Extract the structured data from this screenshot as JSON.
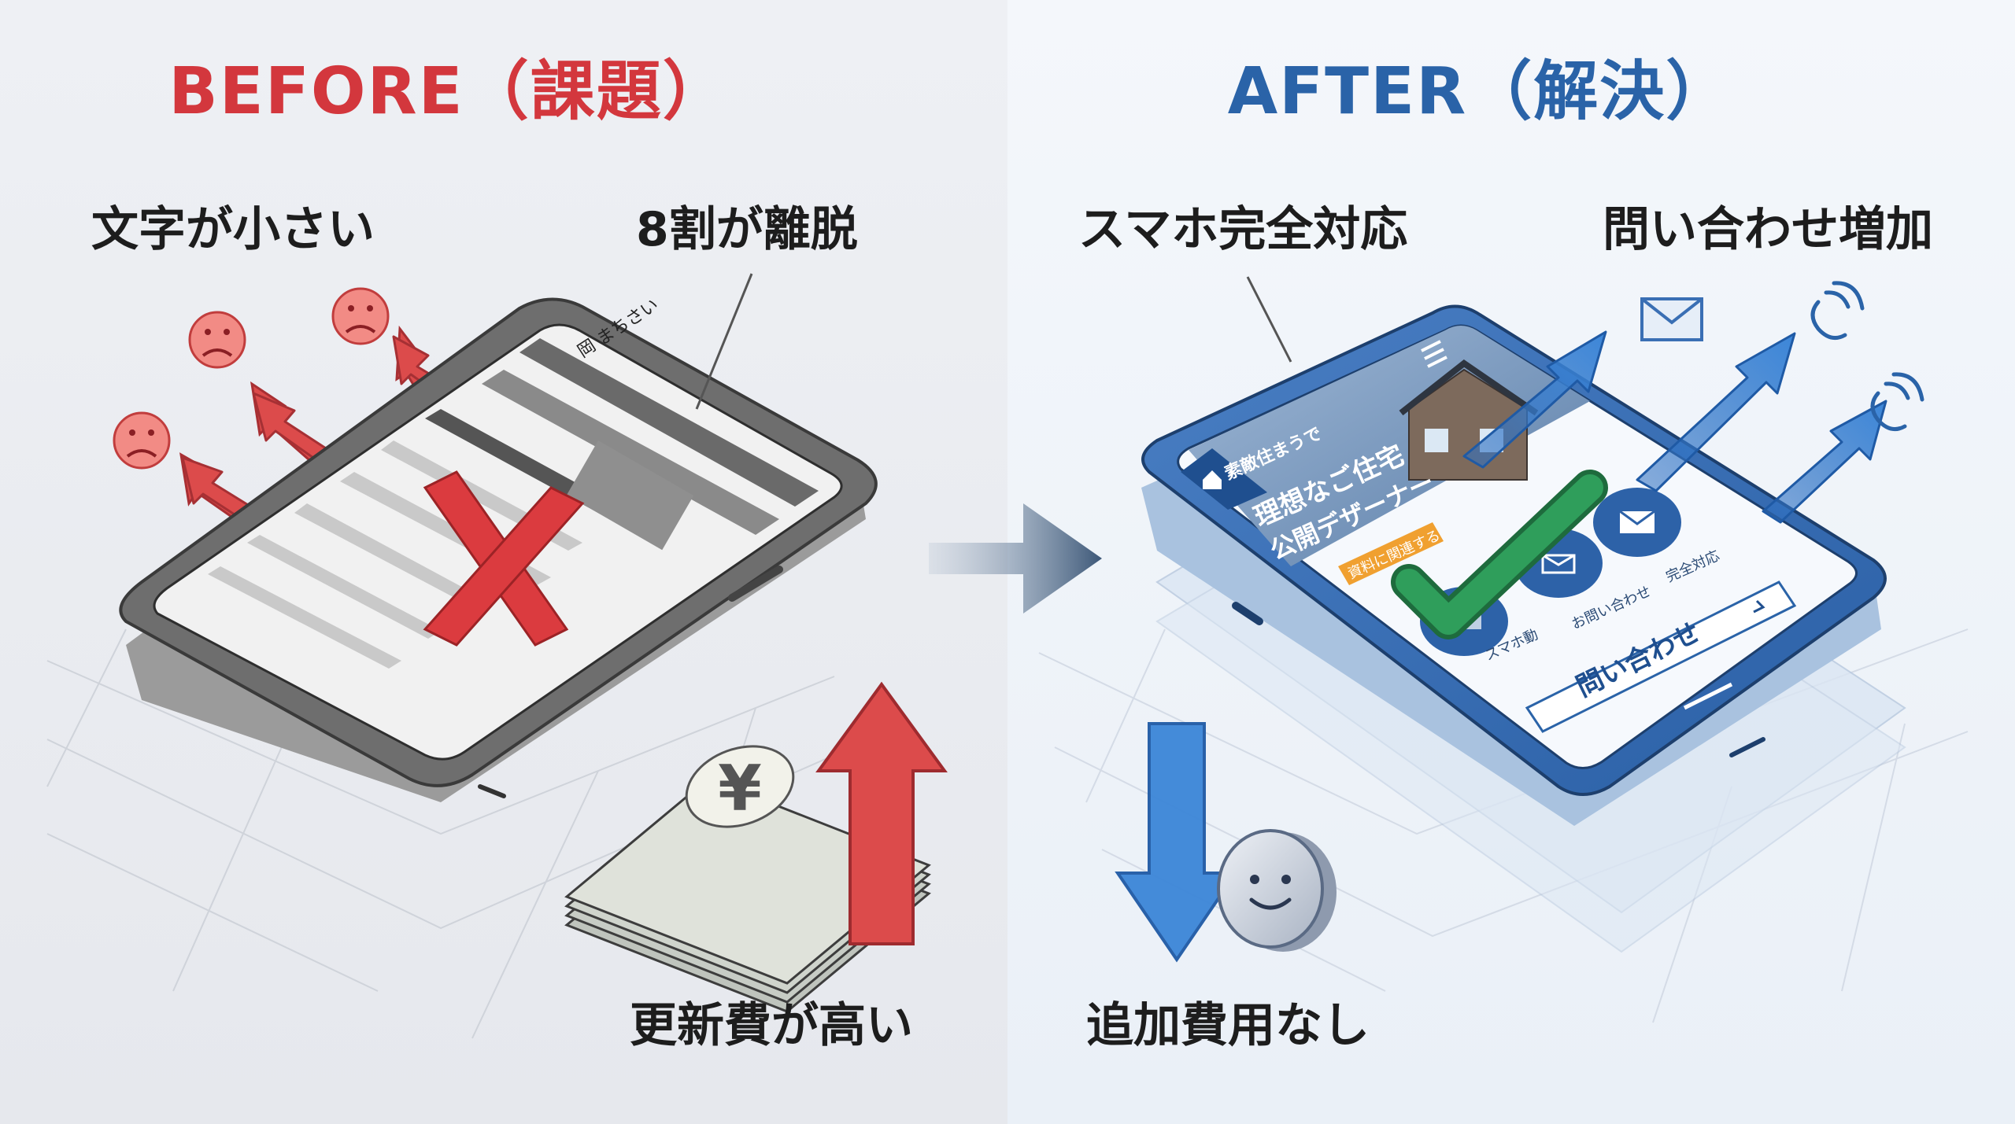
{
  "before": {
    "title": "BEFORE（課題）",
    "labels": {
      "small_text": "文字が小さい",
      "bounce": "8割が離脱",
      "renewal_cost": "更新費が高い"
    },
    "phone_header": "岡 まちさい",
    "currency_symbol": "¥"
  },
  "after": {
    "title": "AFTER（解決）",
    "labels": {
      "mobile_ready": "スマホ完全対応",
      "inquiries_up": "問い合わせ増加",
      "no_extra_cost": "追加費用なし"
    },
    "phone_screen": {
      "site_name": "素敵住まうで",
      "hero_line1": "理想なご住宅",
      "hero_line2": "公開デザーナー",
      "hero_button": "資料に関連する",
      "feature1": "スマホ動",
      "feature2": "お問い合わせ",
      "feature3": "完全対応",
      "cta": "問い合わせ"
    }
  },
  "colors": {
    "before_accent": "#d3373d",
    "after_accent": "#2a63a8",
    "check_green": "#2f9e5b",
    "cta_orange": "#f0a030"
  },
  "icons": [
    "sad-face-icon",
    "cross-icon",
    "yen-banknote-icon",
    "arrow-up-icon",
    "right-arrow-icon",
    "check-icon",
    "envelope-icon",
    "phone-icon",
    "smiley-coin-icon",
    "arrow-down-icon",
    "home-icon",
    "menu-icon"
  ]
}
